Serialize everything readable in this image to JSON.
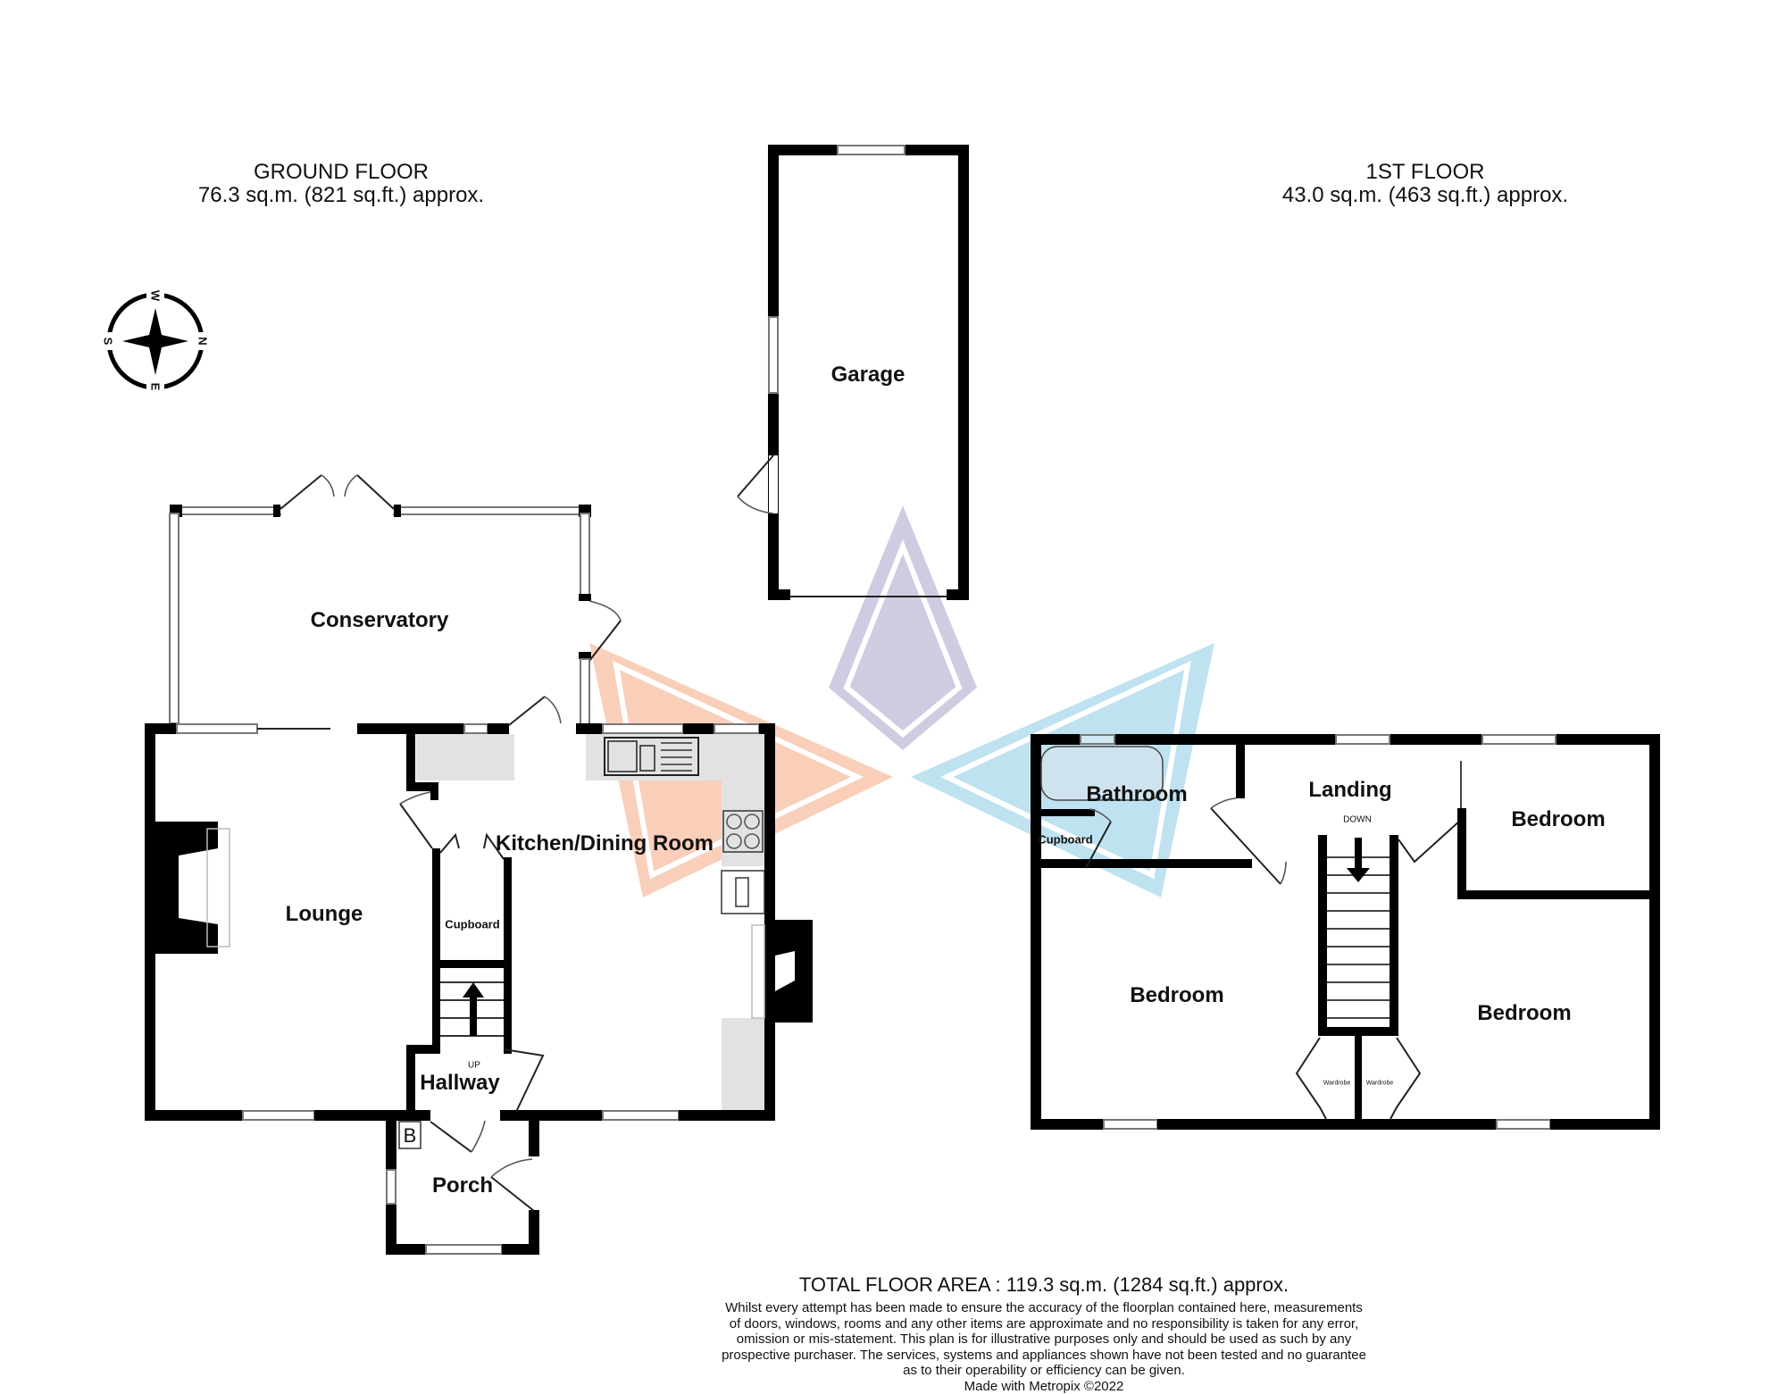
{
  "ground_floor": {
    "title": "GROUND FLOOR",
    "area": "76.3 sq.m. (821 sq.ft.) approx.",
    "rooms": {
      "conservatory": "Conservatory",
      "garage": "Garage",
      "lounge": "Lounge",
      "kitchen": "Kitchen/Dining Room",
      "cupboard": "Cupboard",
      "hallway": "Hallway",
      "stairs_up": "UP",
      "porch": "Porch",
      "boiler": "B"
    }
  },
  "first_floor": {
    "title": "1ST FLOOR",
    "area": "43.0 sq.m. (463 sq.ft.) approx.",
    "rooms": {
      "bathroom": "Bathroom",
      "cupboard": "Cupboard",
      "landing": "Landing",
      "stairs_down": "DOWN",
      "bedroom_small": "Bedroom",
      "bedroom_left": "Bedroom",
      "bedroom_right": "Bedroom",
      "wardrobe_left": "Wardrobe",
      "wardrobe_right": "Wardrobe"
    }
  },
  "compass": {
    "top": "W",
    "right": "N",
    "bottom": "E",
    "left": "S",
    "icon": "compass-rose-icon"
  },
  "footer": {
    "total": "TOTAL FLOOR AREA : 119.3 sq.m. (1284 sq.ft.) approx.",
    "disclaimer": [
      "Whilst every attempt has been made to ensure the accuracy of the floorplan contained here, measurements",
      "of doors, windows, rooms and any other items are approximate and no responsibility is taken for any error,",
      "omission or mis-statement. This plan is for illustrative purposes only and should be used as such by any",
      "prospective purchaser. The services, systems and appliances shown have not been tested and no guarantee",
      "as to their operability or efficiency can be given."
    ],
    "credit": "Made with Metropix ©2022"
  },
  "colors": {
    "wall": "#000000",
    "fixture_grey": "#e2e2e2",
    "watermark_orange": "#f4a27a",
    "watermark_purple": "#9c97c4",
    "watermark_blue": "#7fc6e2"
  }
}
